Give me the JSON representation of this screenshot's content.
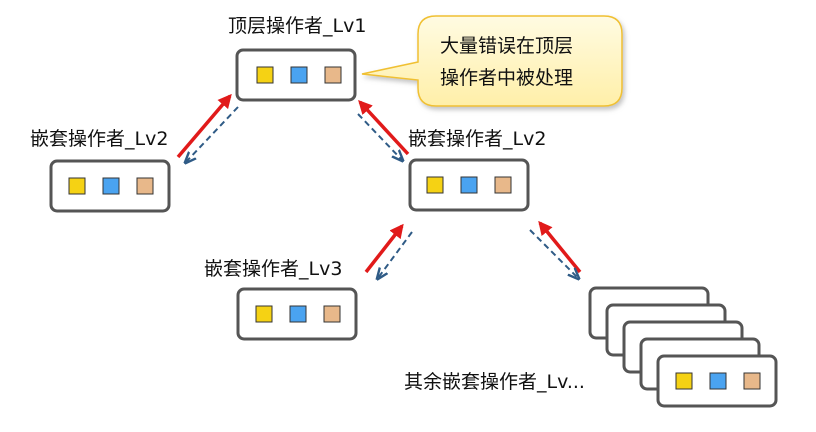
{
  "diagram": {
    "nodes": [
      {
        "id": "top",
        "label": "顶层操作者_Lv1"
      },
      {
        "id": "left-lv2",
        "label": "嵌套操作者_Lv2"
      },
      {
        "id": "right-lv2",
        "label": "嵌套操作者_Lv2"
      },
      {
        "id": "lv3",
        "label": "嵌套操作者_Lv3"
      },
      {
        "id": "rest",
        "label": "其余嵌套操作者_Lv..."
      }
    ],
    "callout": {
      "line1": "大量错误在顶层",
      "line2": "操作者中被处理"
    },
    "colors": {
      "yellow": "#f5d214",
      "blue": "#4aa3f0",
      "tan": "#e8b88a",
      "error_arrow": "#e11a1a",
      "call_arrow": "#2f5b86",
      "callout_fill": "#fff7c8"
    }
  }
}
